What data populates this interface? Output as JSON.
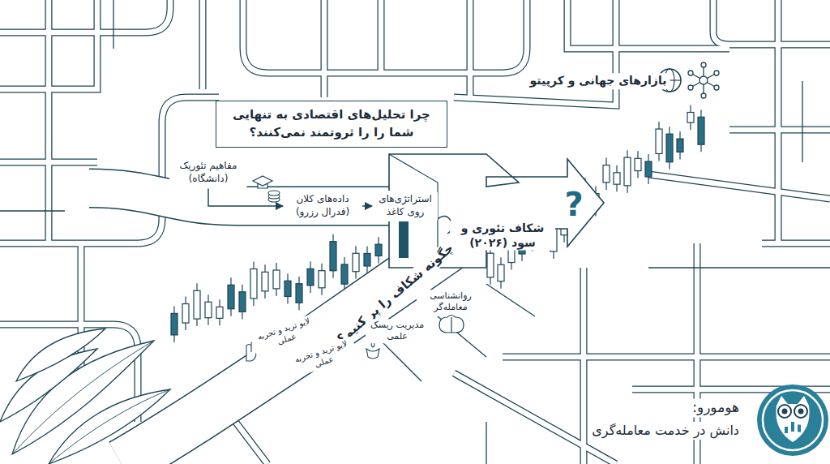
{
  "diagram": {
    "title": "چرا تحلیل‌های اقتصادی به تنهایی شما را را ثروتمند نمی‌کنند؟",
    "nodes": [
      {
        "text": [
          "مفاهیم تئوریک (دانشگاه)"
        ]
      },
      {
        "text": [
          "داده‌های کلان (فدرال رزرو)"
        ]
      },
      {
        "text": [
          "استراتژی‌های روی کاغذ"
        ]
      }
    ],
    "edges": [
      {
        "from": 0,
        "to": 1,
        "arrow": "to"
      },
      {
        "from": 1,
        "to": 2,
        "arrow": "to"
      }
    ],
    "labels": [
      "بازارهای جهانی و کرپیتو",
      "شکاف تئوری و سود (۲۰۲۶)",
      "?",
      "چگونه شکاف را پر کنیم؟",
      "روانشناسی معامله‌گر",
      "مدیریت ریسک علمی",
      "لایو ترید و تجربه عملی",
      "لایو ترید و تجربه عملی",
      "هومورو:",
      "دانش در خدمت معامله‌گری"
    ]
  }
}
